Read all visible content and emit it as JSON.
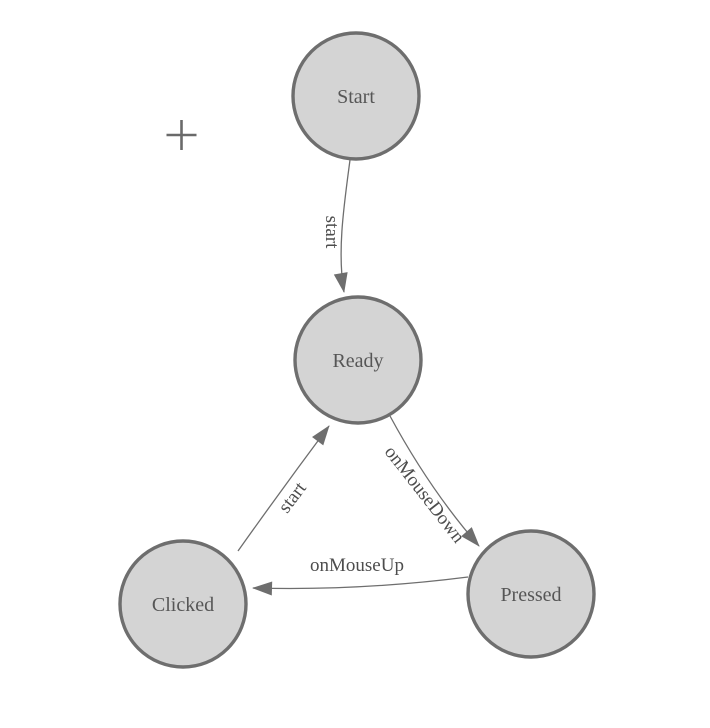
{
  "diagram": {
    "type": "state-machine",
    "background": "#ffffff",
    "palette": {
      "node_fill": "#d4d4d4",
      "node_stroke": "#6e6e6e",
      "edge_color": "#6e6e6e",
      "arrow_fill": "#6e6e6e",
      "node_label_color": "#565656",
      "edge_label_color": "#4d4d4d"
    },
    "nodes": [
      {
        "id": "start",
        "label": "Start"
      },
      {
        "id": "ready",
        "label": "Ready"
      },
      {
        "id": "clicked",
        "label": "Clicked"
      },
      {
        "id": "pressed",
        "label": "Pressed"
      }
    ],
    "edges": [
      {
        "from": "Start",
        "to": "Ready",
        "label": "start"
      },
      {
        "from": "Ready",
        "to": "Pressed",
        "label": "onMouseDown"
      },
      {
        "from": "Pressed",
        "to": "Clicked",
        "label": "onMouseUp"
      },
      {
        "from": "Clicked",
        "to": "Ready",
        "label": "start"
      }
    ],
    "decorations": [
      {
        "id": "crosshair",
        "glyph": "plus"
      }
    ]
  }
}
